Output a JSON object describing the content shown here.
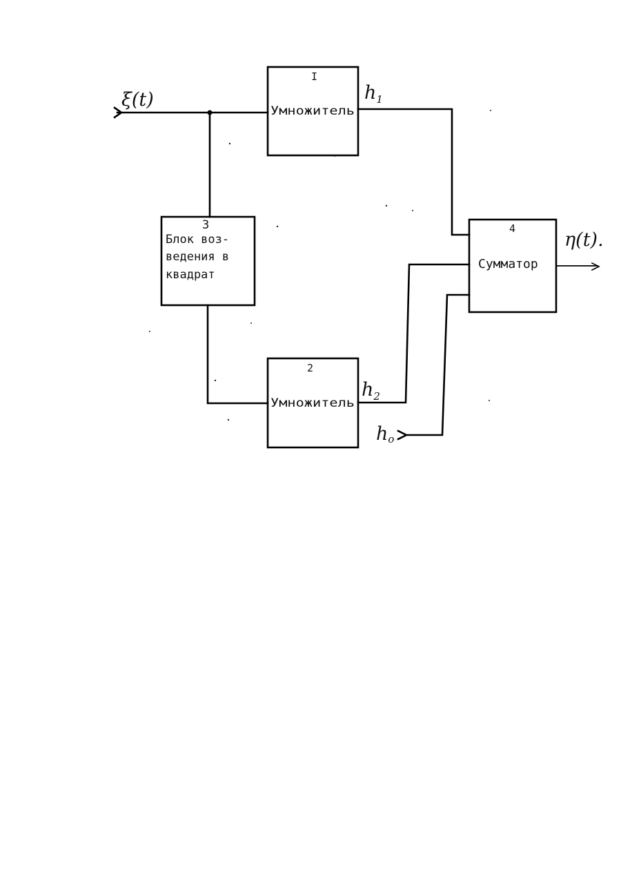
{
  "diagram": {
    "input": {
      "label": "ξ(t)"
    },
    "output": {
      "label": "η(t)."
    },
    "blocks": {
      "multiplier1": {
        "number": "I",
        "label": "Умножитель"
      },
      "multiplier2": {
        "number": "2",
        "label": "Умножитель"
      },
      "squarer": {
        "number": "3",
        "lines": [
          "Блок воз-",
          "ведения в",
          "квадрат"
        ]
      },
      "summator": {
        "number": "4",
        "label": "Сумматор"
      }
    },
    "coefficients": {
      "h1": {
        "letter": "h",
        "sub": "1"
      },
      "h2": {
        "letter": "h",
        "sub": "2"
      },
      "h0": {
        "letter": "h",
        "sub": "o"
      }
    }
  }
}
